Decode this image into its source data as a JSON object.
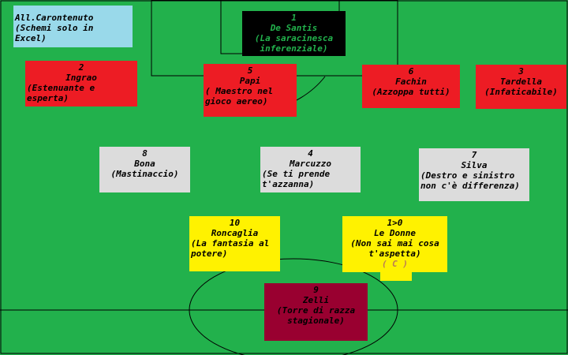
{
  "coach": {
    "lines": [
      "All.Carontenuto",
      "(Schemi solo in",
      "Excel)"
    ]
  },
  "players": [
    {
      "number": "1",
      "name": "De Santis",
      "note": "(La saracinesca inferenziale)"
    },
    {
      "number": "2",
      "name": "Ingrao",
      "note": "(Estenuante e esperta)"
    },
    {
      "number": "5",
      "name": "Papi",
      "note": "( Maestro nel gioco aereo)"
    },
    {
      "number": "6",
      "name": "Fachin",
      "note": "(Azzoppa tutti)"
    },
    {
      "number": "3",
      "name": "Tardella",
      "note": "(Infaticabile)"
    },
    {
      "number": "8",
      "name": "Bona",
      "note": "(Mastinaccio)"
    },
    {
      "number": "4",
      "name": "Marcuzzo",
      "note": "(Se ti prende t'azzanna)"
    },
    {
      "number": "7",
      "name": "Silva",
      "note": "(Destro e sinistro non c'è differenza)"
    },
    {
      "number": "10",
      "name": "Roncaglia",
      "note": "(La fantasia al potere)"
    },
    {
      "number": "1>0",
      "name": "Le Donne",
      "note": "(Non sai mai cosa t'aspetta)",
      "captain": "( C )"
    },
    {
      "number": "9",
      "name": "Zelli",
      "note": "(Torre di razza stagionale)"
    }
  ],
  "colors": {
    "pitch": "#22b14c",
    "defender": "#ed1c24",
    "midfielder": "#dcdcdc",
    "attacker": "#fff200",
    "striker": "#990030",
    "coach": "#99d9ea"
  }
}
